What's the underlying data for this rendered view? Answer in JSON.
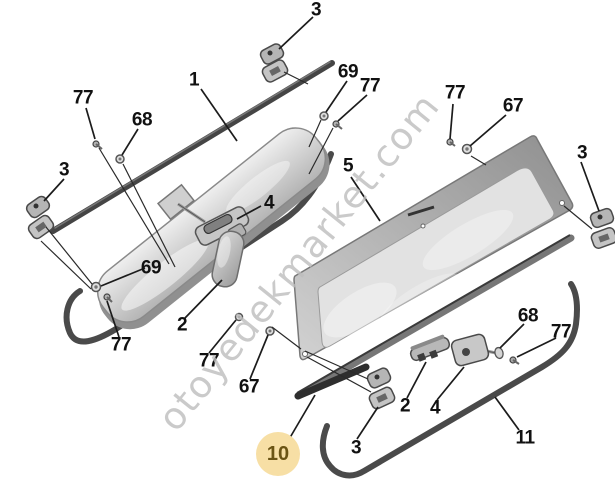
{
  "watermark": {
    "text": "otoyedekmarket.com",
    "color": "#bdbdbd"
  },
  "highlight": {
    "bg_color": "#f7dfa5",
    "text_color": "#6b5414"
  },
  "callouts": [
    {
      "label": "3"
    },
    {
      "label": "1"
    },
    {
      "label": "77"
    },
    {
      "label": "68"
    },
    {
      "label": "69"
    },
    {
      "label": "77"
    },
    {
      "label": "3"
    },
    {
      "label": "4"
    },
    {
      "label": "69"
    },
    {
      "label": "2"
    },
    {
      "label": "77"
    },
    {
      "label": "77"
    },
    {
      "label": "67"
    },
    {
      "label": "5"
    },
    {
      "label": "77"
    },
    {
      "label": "67"
    },
    {
      "label": "3"
    },
    {
      "label": "68"
    },
    {
      "label": "77"
    },
    {
      "label": "2"
    },
    {
      "label": "4"
    },
    {
      "label": "3"
    },
    {
      "label": "11"
    }
  ],
  "selected_part": {
    "label": "10"
  }
}
